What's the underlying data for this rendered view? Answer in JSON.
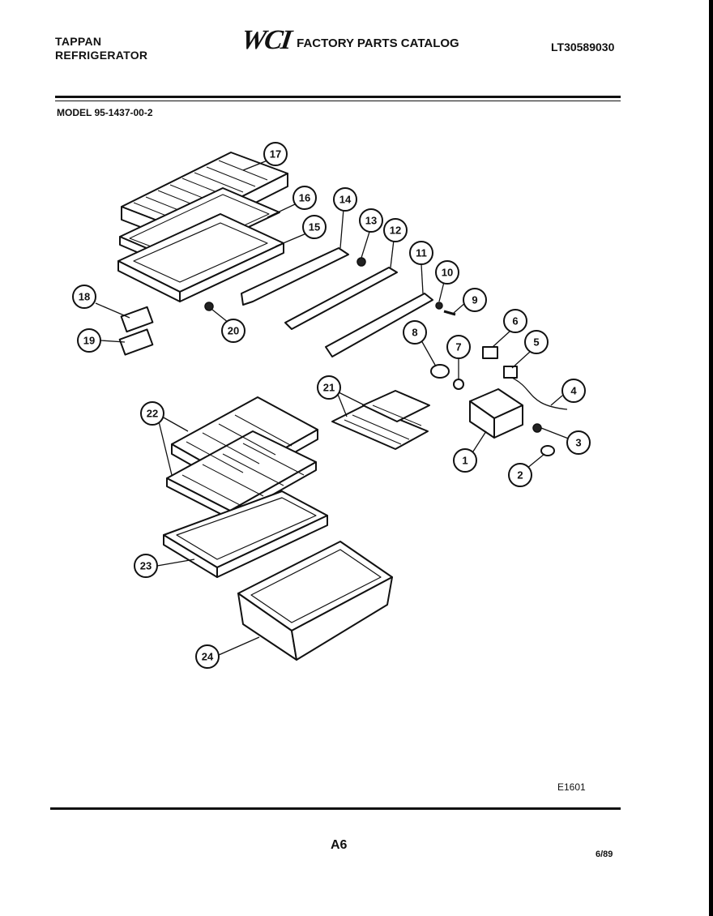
{
  "header": {
    "brand_line1": "TAPPAN",
    "brand_line2": "REFRIGERATOR",
    "logo": "WCI",
    "catalog_title": "FACTORY PARTS CATALOG",
    "document_number": "LT30589030"
  },
  "model_label": "MODEL 95-1437-00-2",
  "diagram": {
    "callouts": [
      "1",
      "2",
      "3",
      "4",
      "5",
      "6",
      "7",
      "8",
      "9",
      "10",
      "11",
      "12",
      "13",
      "14",
      "15",
      "16",
      "17",
      "18",
      "19",
      "20",
      "21",
      "22",
      "23",
      "24"
    ]
  },
  "footer": {
    "diagram_code": "E1601",
    "page": "A6",
    "date": "6/89"
  }
}
